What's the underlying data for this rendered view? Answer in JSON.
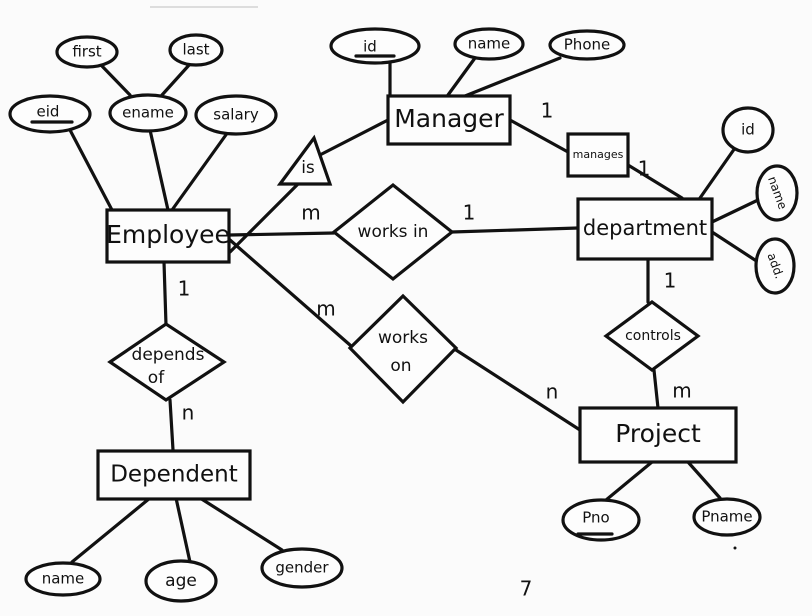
{
  "entities": {
    "employee": "Employee",
    "manager": "Manager",
    "department": "department",
    "project": "Project",
    "dependent": "Dependent"
  },
  "relationships": {
    "is": "is",
    "works_in": "works in",
    "works_on_1": "works",
    "works_on_2": "on",
    "manages": "manages",
    "controls": "controls",
    "depends_of_1": "depends",
    "depends_of_2": "of"
  },
  "attributes": {
    "first": "first",
    "last": "last",
    "eid": "eid",
    "ename": "ename",
    "salary": "salary",
    "manager_id": "id",
    "manager_name": "name",
    "manager_phone": "Phone",
    "dept_id": "id",
    "dept_name": "name",
    "dept_add": "add.",
    "pno": "Pno",
    "pname": "Pname",
    "dep_name": "name",
    "dep_age": "age",
    "dep_gender": "gender"
  },
  "cardinalities": {
    "manager_manages": "1",
    "manages_department": "1",
    "employee_worksin": "m",
    "worksin_department": "1",
    "employee_workson": "m",
    "workson_project": "n",
    "department_controls": "1",
    "controls_project": "m",
    "employee_depends": "1",
    "depends_dependent": "n"
  },
  "stray_mark": "7"
}
